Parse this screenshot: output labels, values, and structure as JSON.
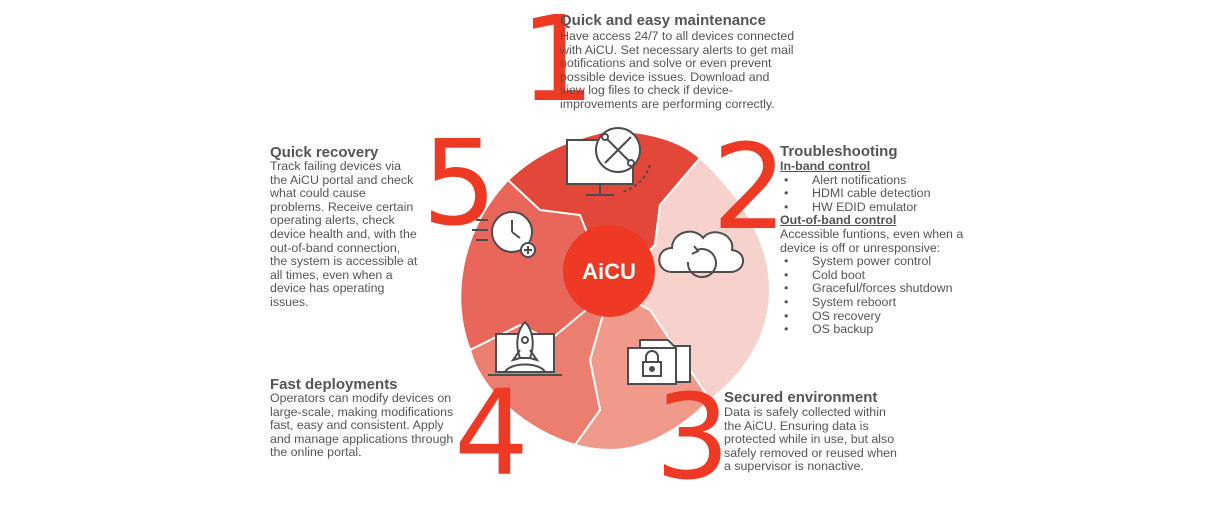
{
  "colors": {
    "accent": "#ee3a24",
    "segment_1": "#e2473a",
    "segment_2": "#f7d2cc",
    "segment_3": "#f09a8c",
    "segment_4": "#ec7e70",
    "segment_5": "#e8675a",
    "center": "#ee3a24",
    "icon_stroke": "#4d4d4d",
    "text": "#555555"
  },
  "center_logo": "AiCU",
  "steps": [
    {
      "number": "1",
      "icon": "monitor-tools-icon",
      "title": "Quick and easy maintenance",
      "body": "Have access 24/7 to all devices connected with AiCU. Set necessary alerts to get mail notifications and solve or even prevent possible device issues. Download and view log files to check if device-improvements are performing correctly."
    },
    {
      "number": "2",
      "icon": "cloud-refresh-icon",
      "title": "Troubleshooting",
      "in_band_title": "In-band control",
      "in_band_items": [
        "Alert notifications",
        "HDMI cable detection",
        "HW EDID emulator"
      ],
      "out_band_title": "Out-of-band control",
      "out_band_body": "Accessible funtions, even when a device is off or unresponsive:",
      "out_band_items": [
        "System power control",
        "Cold boot",
        "Graceful/forces shutdown",
        "System reboort",
        "OS recovery",
        "OS backup"
      ]
    },
    {
      "number": "3",
      "icon": "secure-folder-icon",
      "title": "Secured environment",
      "body": "Data is safely collected within the AiCU. Ensuring data is protected while in use, but also safely removed or reused when a supervisor is nonactive."
    },
    {
      "number": "4",
      "icon": "laptop-rocket-icon",
      "title": "Fast deployments",
      "body": "Operators can modify devices on large-scale, making modifications fast, easy and consistent. Apply and manage applications through the online portal."
    },
    {
      "number": "5",
      "icon": "fast-clock-icon",
      "title": "Quick recovery",
      "body": "Track failing devices via the AiCU portal and check what could cause problems. Receive certain operating alerts, check device health and, with the out-of-band connection, the system is accessible at all times, even when a device has operating issues."
    }
  ]
}
